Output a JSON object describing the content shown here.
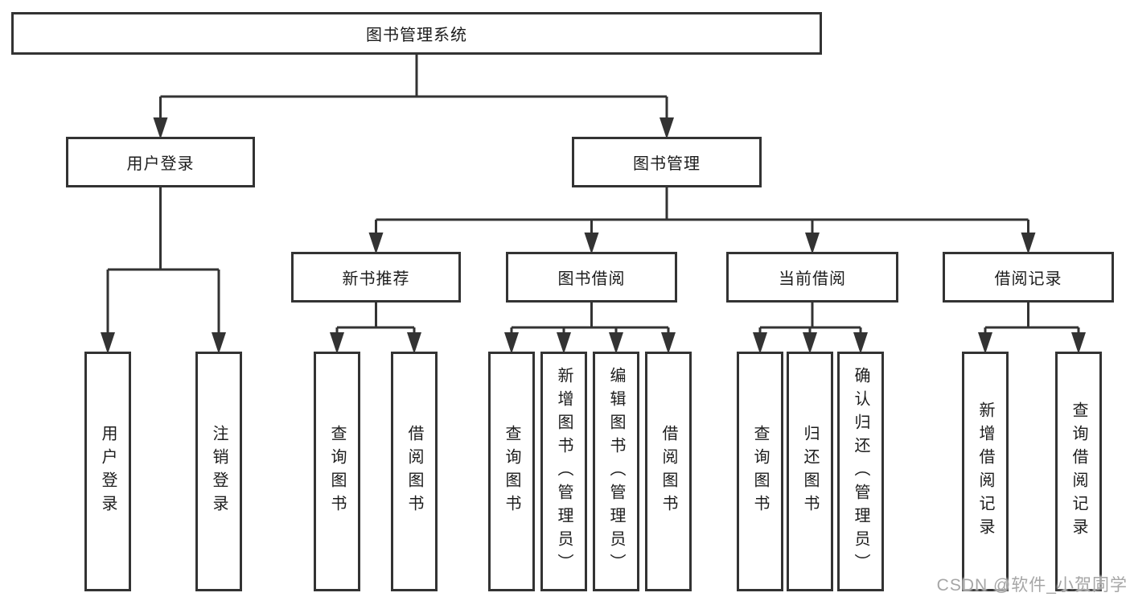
{
  "title": "图书管理系统",
  "level2": {
    "user_login": "用户登录",
    "book_mgmt": "图书管理"
  },
  "level3": {
    "new_books": "新书推荐",
    "book_borrow": "图书借阅",
    "current_borrow": "当前借阅",
    "borrow_records": "借阅记录"
  },
  "leaves": {
    "user_login": [
      "用户登录",
      "注销登录"
    ],
    "new_books": [
      "查询图书",
      "借阅图书"
    ],
    "book_borrow": [
      "查询图书",
      "新增图书（管理员）",
      "编辑图书（管理员）",
      "借阅图书"
    ],
    "current_borrow": [
      "查询图书",
      "归还图书",
      "确认归还（管理员）"
    ],
    "borrow_records": [
      "新增借阅记录",
      "查询借阅记录"
    ]
  },
  "watermark": "CSDN @软件_小贺同学",
  "colors": {
    "line": "#333333",
    "box_border": "#333333",
    "box_background": "#ffffff",
    "text": "#1c1c1c",
    "watermark": "#a6a6a6",
    "page_background": "#ffffff"
  }
}
